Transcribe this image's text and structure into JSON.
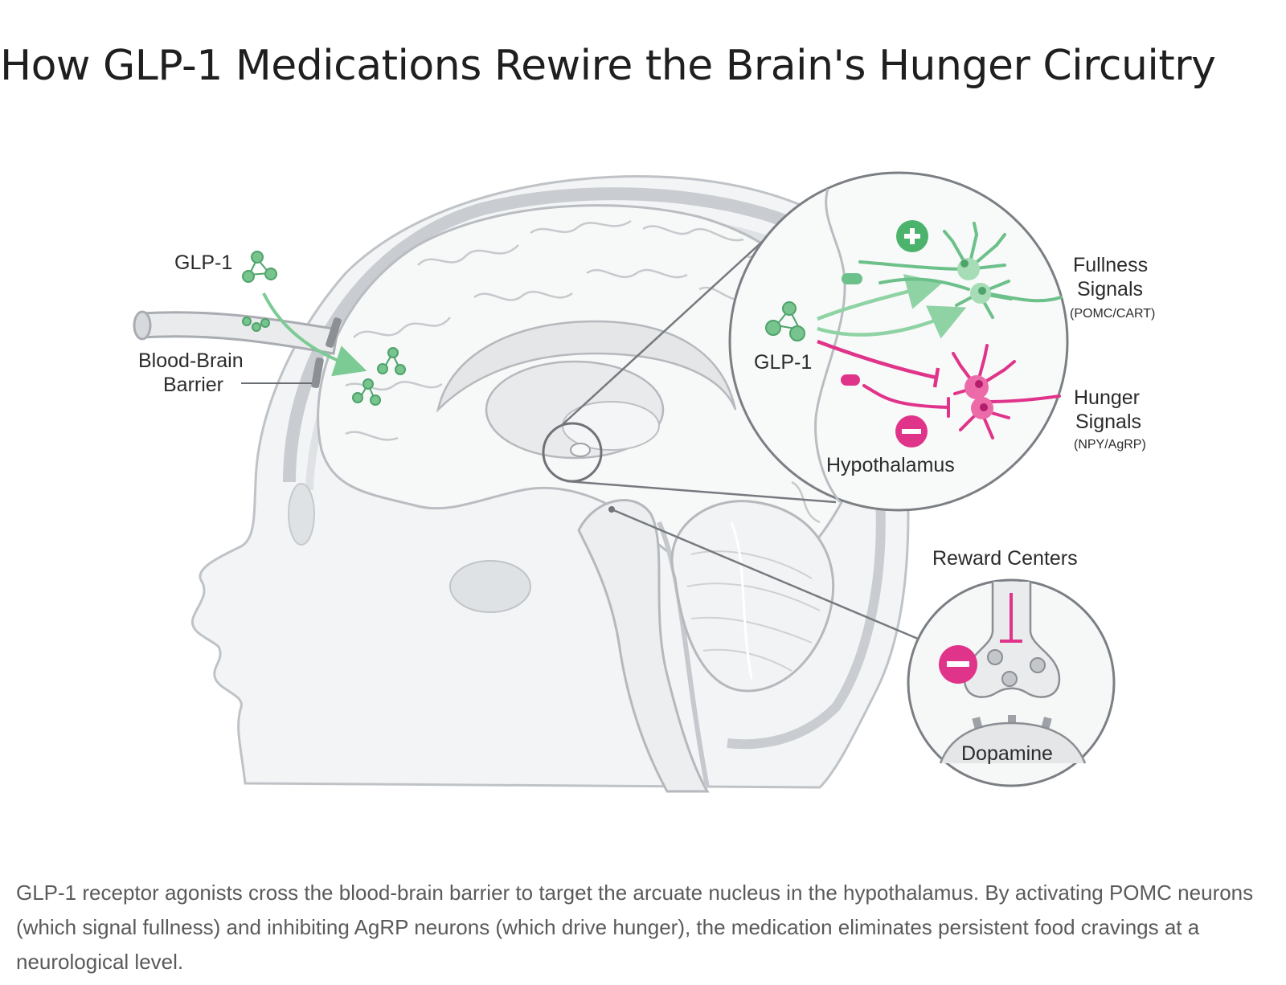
{
  "title": "How GLP-1 Medications Rewire the Brain's Hunger Circuitry",
  "labels": {
    "glp1_left": "GLP-1",
    "bbb_line1": "Blood-Brain",
    "bbb_line2": "Barrier",
    "glp1_inset": "GLP-1",
    "fullness_line1": "Fullness",
    "fullness_line2": "Signals",
    "fullness_sub": "(POMC/CART)",
    "hunger_line1": "Hunger",
    "hunger_line2": "Signals",
    "hunger_sub": "(NPY/AgRP)",
    "hypothalamus": "Hypothalamus",
    "reward_centers": "Reward Centers",
    "dopamine": "Dopamine"
  },
  "icons": {
    "plus": "plus-icon",
    "minus": "minus-icon",
    "molecule": "molecule-icon"
  },
  "colors": {
    "green": "#5cb77a",
    "pink": "#e0348b",
    "line": "#8e9398",
    "tissue": "#f1f2f3"
  },
  "caption": "GLP-1 receptor agonists cross the blood-brain barrier to target the arcuate nucleus in the hypothalamus. By activating POMC neurons (which signal fullness) and inhibiting AgRP neurons (which drive hunger), the medication eliminates persistent food cravings at a neurological level."
}
